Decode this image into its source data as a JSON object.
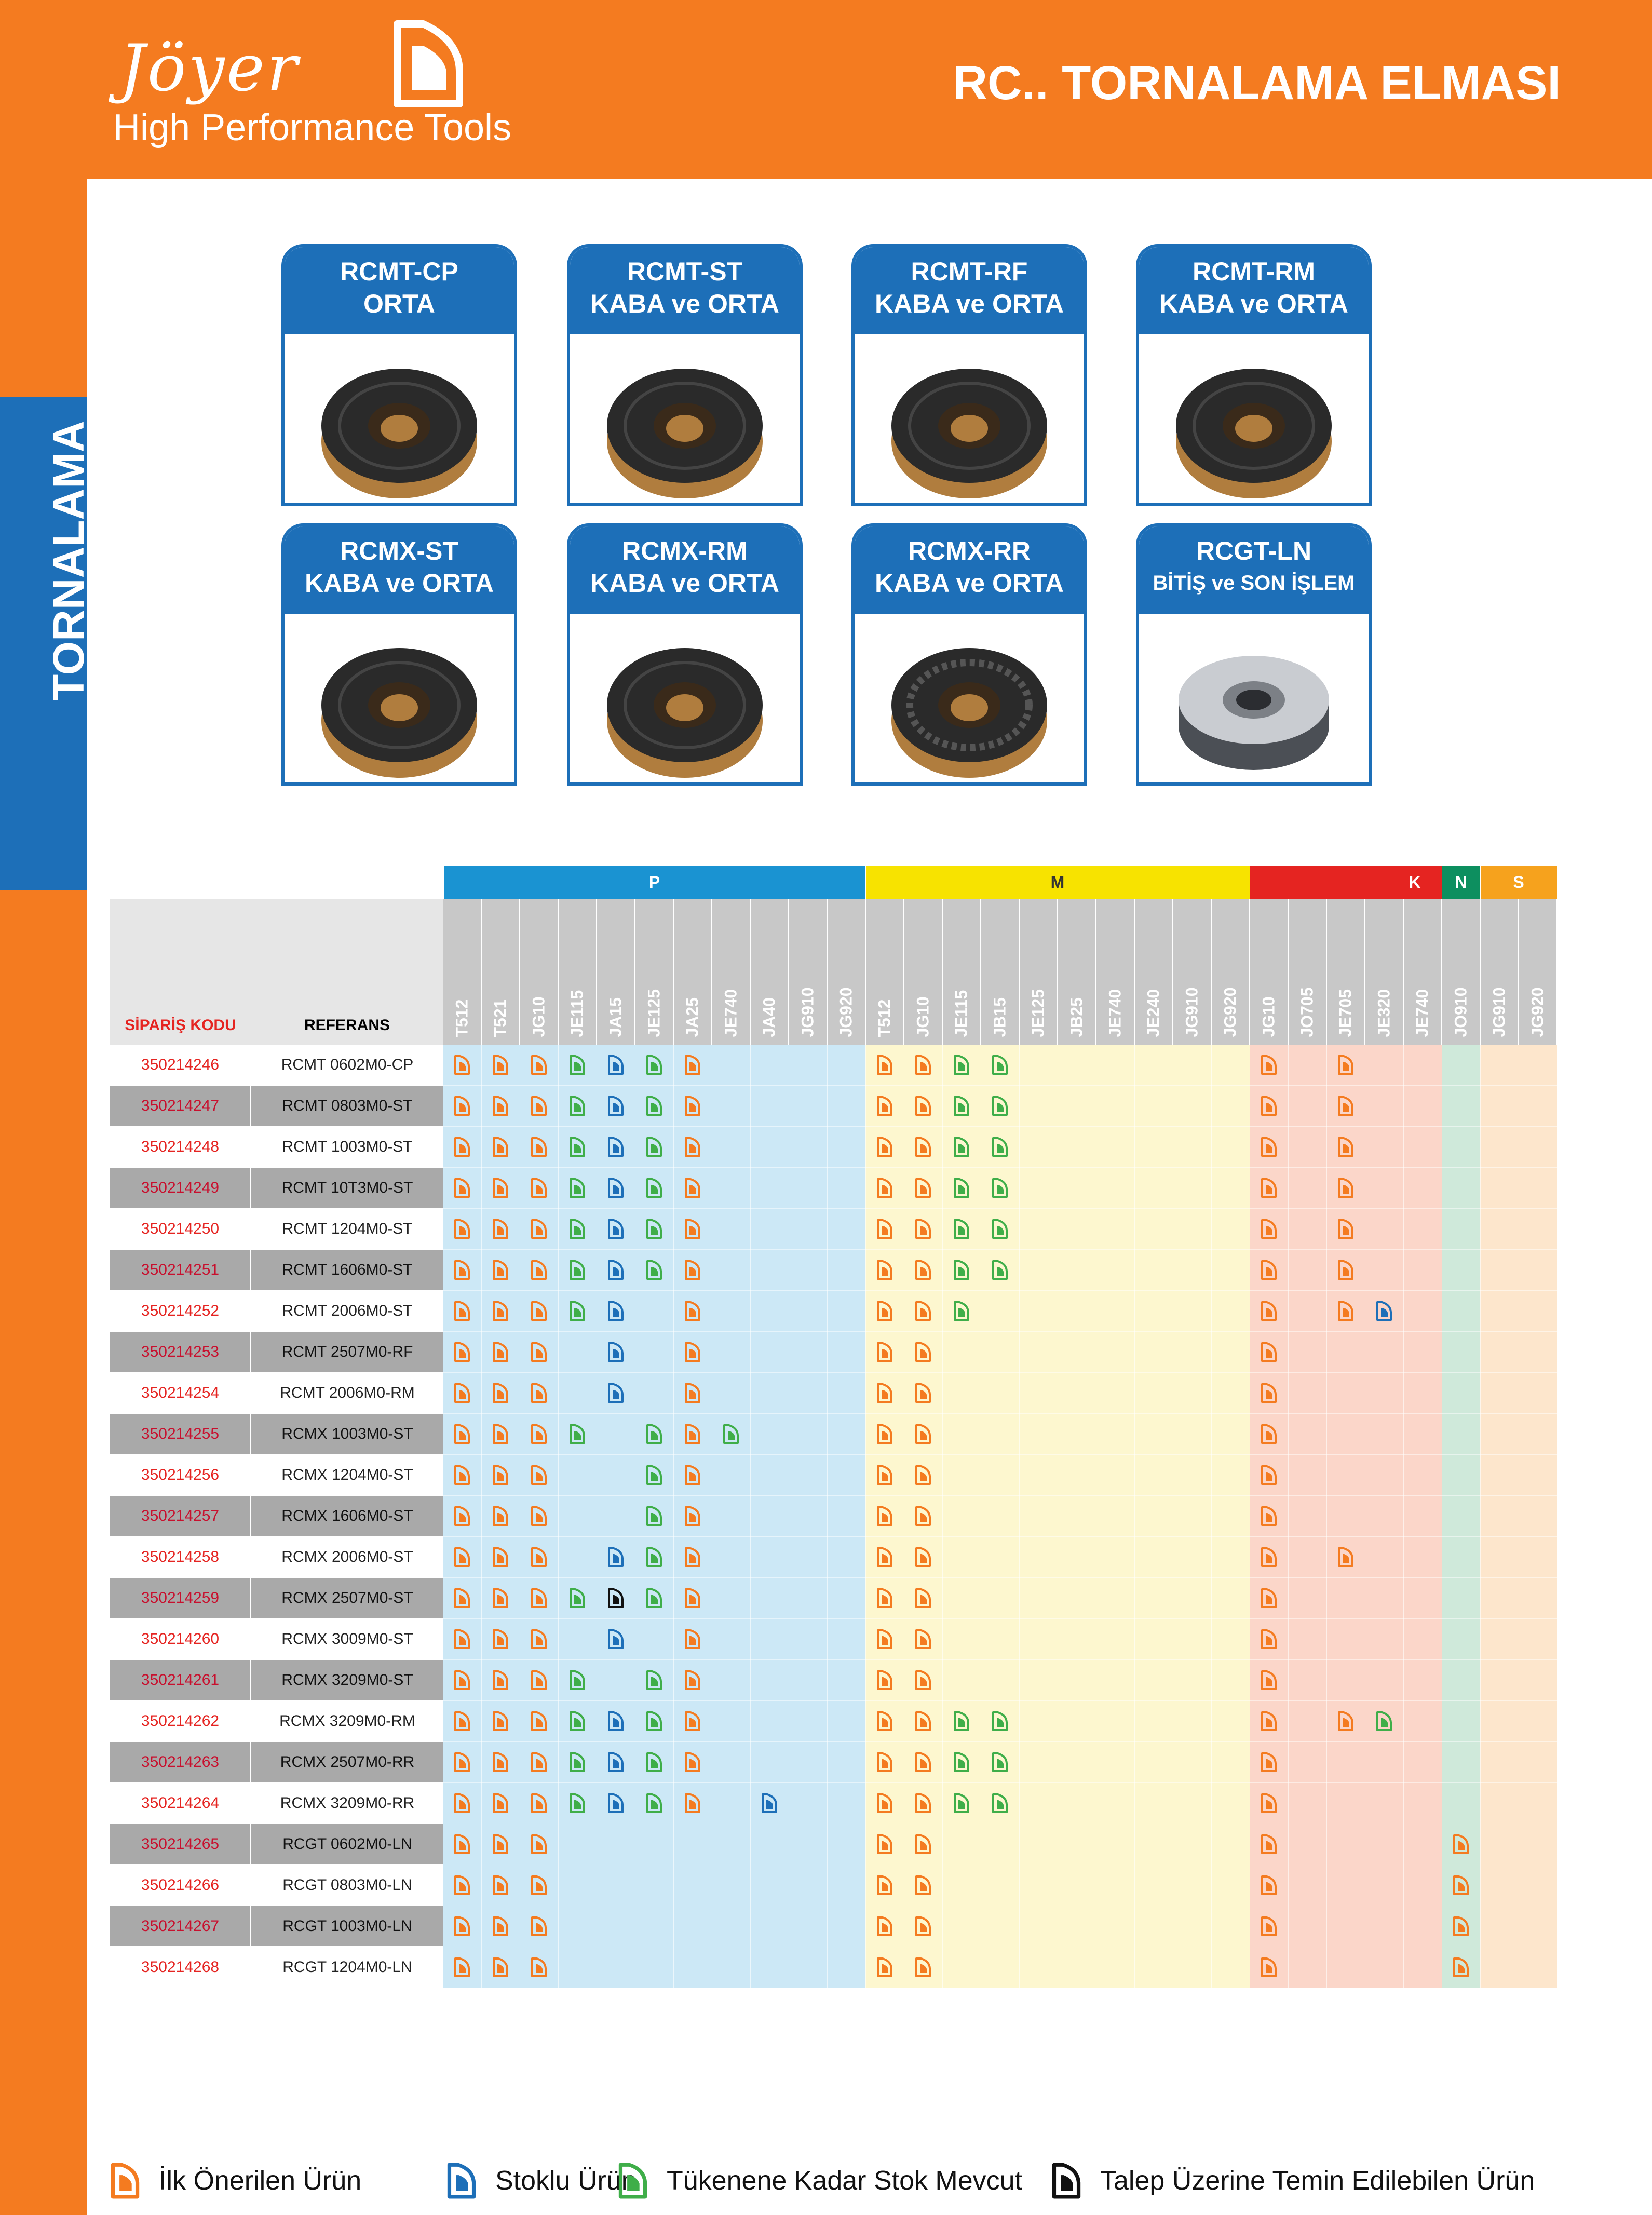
{
  "header": {
    "logo_script": "Jöyer",
    "logo_tagline": "High Performance Tools",
    "page_title": "RC.. TORNALAMA ELMASI"
  },
  "sidebar": {
    "label": "TORNALAMA"
  },
  "products": [
    {
      "name": "RCMT-CP",
      "type": "ORTA"
    },
    {
      "name": "RCMT-ST",
      "type": "KABA ve ORTA"
    },
    {
      "name": "RCMT-RF",
      "type": "KABA ve ORTA"
    },
    {
      "name": "RCMT-RM",
      "type": "KABA ve ORTA"
    },
    {
      "name": "RCMX-ST",
      "type": "KABA ve ORTA"
    },
    {
      "name": "RCMX-RM",
      "type": "KABA ve ORTA"
    },
    {
      "name": "RCMX-RR",
      "type": "KABA ve ORTA"
    },
    {
      "name": "RCGT-LN",
      "type": "BİTİŞ ve SON İŞLEM"
    }
  ],
  "table": {
    "header_code": "SİPARİŞ KODU",
    "header_ref": "REFERANS",
    "groups": [
      {
        "label": "P",
        "grades": [
          "T512",
          "T521",
          "JG10",
          "JE115",
          "JA15",
          "JE125",
          "JA25",
          "JE740",
          "JA40",
          "JG910",
          "JG920"
        ]
      },
      {
        "label": "M",
        "grades": [
          "T512",
          "JG10",
          "JE115",
          "JB15",
          "JE125",
          "JB25",
          "JE740",
          "JE240",
          "JG910",
          "JG920"
        ]
      },
      {
        "label": "K",
        "grades": [
          "JG10",
          "JO705",
          "JE705",
          "JE320",
          "JE740"
        ]
      },
      {
        "label": "N",
        "grades": [
          "JO910"
        ]
      },
      {
        "label": "S",
        "grades": [
          "JG910",
          "JG920"
        ]
      }
    ],
    "rows": [
      {
        "code": "350214246",
        "ref": "RCMT 0602M0-CP",
        "cells": "OOOGBGO....OOGG......O.O........"
      },
      {
        "code": "350214247",
        "ref": "RCMT 0803M0-ST",
        "cells": "OOOGBGO....OOGG......O.O........"
      },
      {
        "code": "350214248",
        "ref": "RCMT 1003M0-ST",
        "cells": "OOOGBGO....OOGG......O.O........"
      },
      {
        "code": "350214249",
        "ref": "RCMT 10T3M0-ST",
        "cells": "OOOGBGO....OOGG......O.O........"
      },
      {
        "code": "350214250",
        "ref": "RCMT 1204M0-ST",
        "cells": "OOOGBGO....OOGG......O.O........"
      },
      {
        "code": "350214251",
        "ref": "RCMT 1606M0-ST",
        "cells": "OOOGBGO....OOGG......O.O........"
      },
      {
        "code": "350214252",
        "ref": "RCMT 2006M0-ST",
        "cells": "OOOGB.O....OOG.......O.OB......."
      },
      {
        "code": "350214253",
        "ref": "RCMT 2507M0-RF",
        "cells": "OOO.B.O....OO........O.........."
      },
      {
        "code": "350214254",
        "ref": "RCMT 2006M0-RM",
        "cells": "OOO.B.O....OO........O.........."
      },
      {
        "code": "350214255",
        "ref": "RCMX 1003M0-ST",
        "cells": "OOOG.GOG...OO........O.........."
      },
      {
        "code": "350214256",
        "ref": "RCMX 1204M0-ST",
        "cells": "OOO..GO....OO........O.........."
      },
      {
        "code": "350214257",
        "ref": "RCMX 1606M0-ST",
        "cells": "OOO..GO....OO........O.........."
      },
      {
        "code": "350214258",
        "ref": "RCMX 2006M0-ST",
        "cells": "OOO.BGO....OO........O.O........"
      },
      {
        "code": "350214259",
        "ref": "RCMX 2507M0-ST",
        "cells": "OOOGKGO....OO........O.........."
      },
      {
        "code": "350214260",
        "ref": "RCMX 3009M0-ST",
        "cells": "OOO.B.O....OO........O.........."
      },
      {
        "code": "350214261",
        "ref": "RCMX 3209M0-ST",
        "cells": "OOOG.GO....OO........O.........."
      },
      {
        "code": "350214262",
        "ref": "RCMX 3209M0-RM",
        "cells": "OOOGBGO....OOGG......O.OG......."
      },
      {
        "code": "350214263",
        "ref": "RCMX 2507M0-RR",
        "cells": "OOOGBGO....OOGG......O.........."
      },
      {
        "code": "350214264",
        "ref": "RCMX 3209M0-RR",
        "cells": "OOOGBGO.B..OOGG......O.........."
      },
      {
        "code": "350214265",
        "ref": "RCGT 0602M0-LN",
        "cells": "OOO........OO........O....O....."
      },
      {
        "code": "350214266",
        "ref": "RCGT 0803M0-LN",
        "cells": "OOO........OO........O....O....."
      },
      {
        "code": "350214267",
        "ref": "RCGT 1003M0-LN",
        "cells": "OOO........OO........O....O....."
      },
      {
        "code": "350214268",
        "ref": "RCGT 1204M0-LN",
        "cells": "OOO........OO........O....O....."
      }
    ]
  },
  "legend": [
    {
      "key": "O",
      "label": "İlk Önerilen Ürün",
      "color": "#f47b20"
    },
    {
      "key": "B",
      "label": "Stoklu Ürün",
      "color": "#1d6fb8"
    },
    {
      "key": "G",
      "label": "Tükenene Kadar Stok Mevcut",
      "color": "#3fae49"
    },
    {
      "key": "K",
      "label": "Talep Üzerine Temin Edilebilen Ürün",
      "color": "#111111"
    }
  ]
}
